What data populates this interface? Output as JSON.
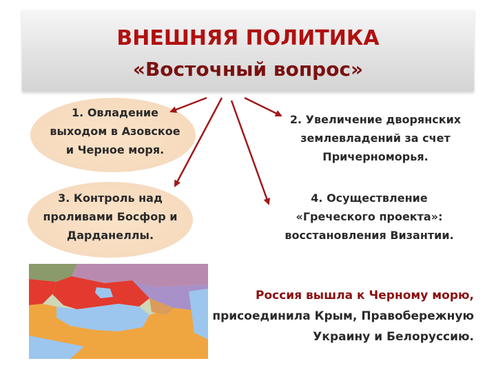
{
  "header": {
    "title": "ВНЕШНЯЯ ПОЛИТИКА",
    "subtitle": "«Восточный вопрос»"
  },
  "goals": [
    {
      "id": "goal-1",
      "text": "1. Овладение\nвыходом в Азовское\nи Черное моря."
    },
    {
      "id": "goal-2",
      "text": "2. Увеличение дворянских\nземлевладений за счет\nПричерноморья."
    },
    {
      "id": "goal-3",
      "text": "3. Контроль над\nпроливами Босфор и\nДарданеллы."
    },
    {
      "id": "goal-4",
      "text": "4. Осуществление\n«Греческого проекта»:\nвосстановления Византии."
    }
  ],
  "result": {
    "line1_start": "Россия вышла к Черному морю,",
    "line2": "присоединила Крым, Правобережную",
    "line3": "Украину и Белоруссию."
  },
  "colors": {
    "title": "#b01010",
    "arrow": "#a01818",
    "oval": "#f7dcc0",
    "sea": "#9cc6ee",
    "russia": "#e23a2e",
    "ottoman": "#f0a640"
  }
}
